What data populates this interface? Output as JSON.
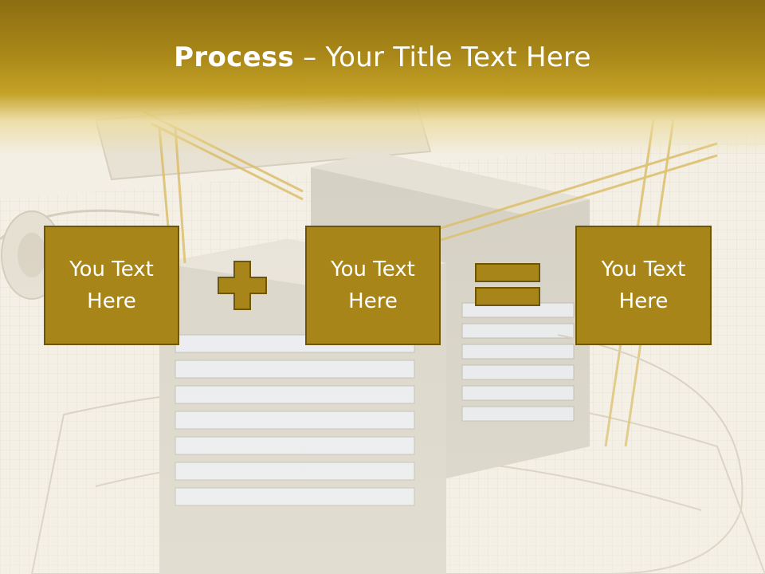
{
  "title": {
    "bold": "Process",
    "separator": " – ",
    "rest": "Your Title Text Here"
  },
  "boxes": [
    {
      "text": "You Text Here"
    },
    {
      "text": "You Text Here"
    },
    {
      "text": "You Text Here"
    }
  ],
  "operators": {
    "plus": "plus-icon",
    "equals": "equals-icon"
  },
  "colors": {
    "header_dark": "#8c6e12",
    "header_mid": "#c4a227",
    "box_fill": "#a88518",
    "box_border": "#6e5608",
    "operator_fill": "#a88518",
    "text": "#ffffff"
  }
}
